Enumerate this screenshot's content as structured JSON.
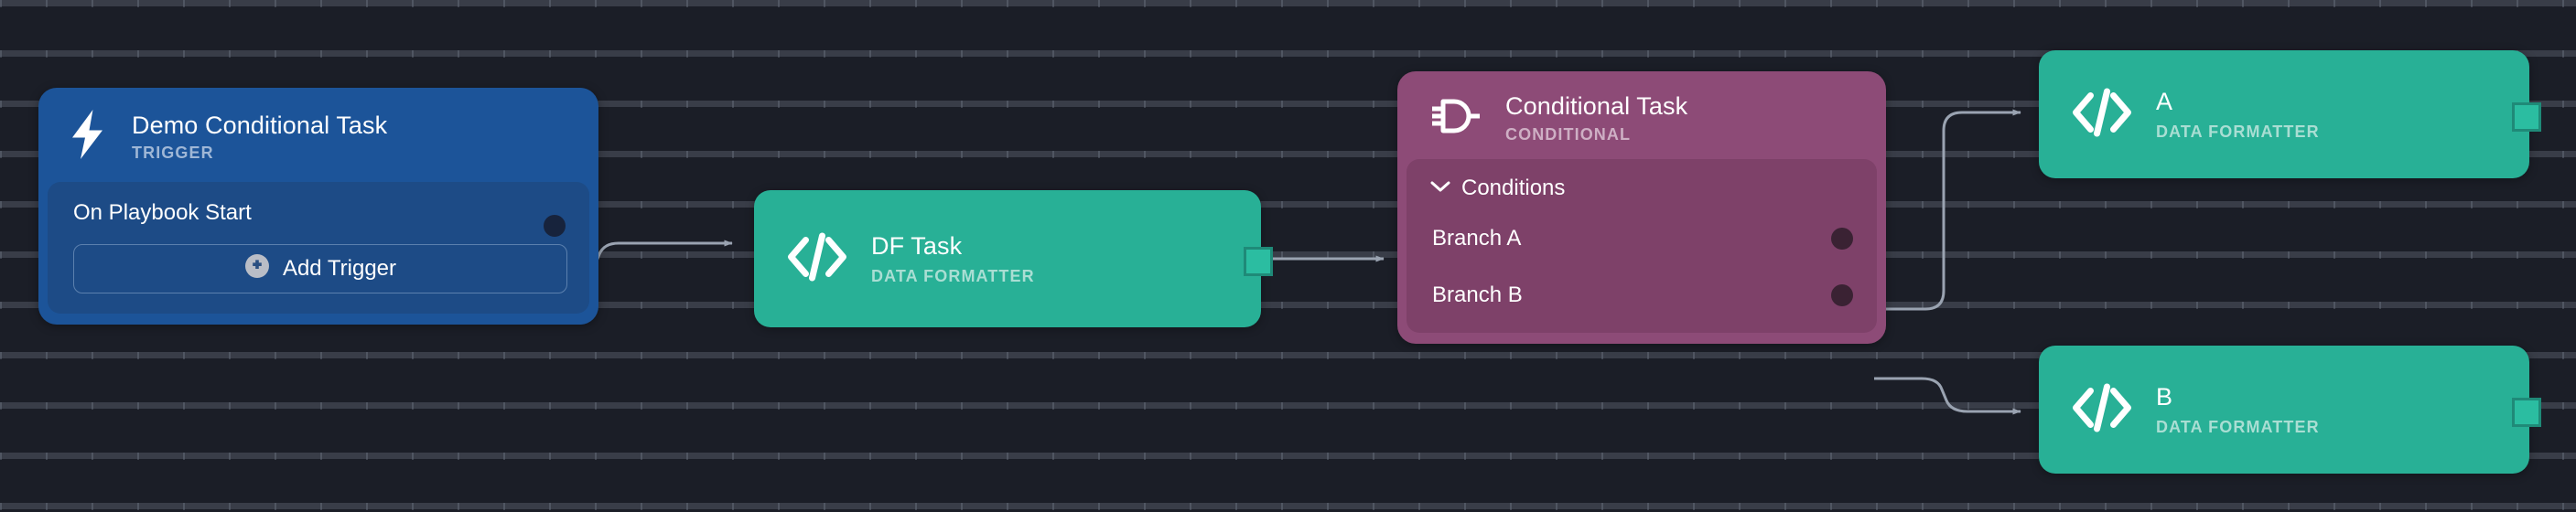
{
  "canvas": {
    "background_color": "#1b1e27",
    "grid_color": "#808696"
  },
  "nodes": [
    {
      "id": "trigger",
      "title": "Demo Conditional Task",
      "subtitle": "TRIGGER",
      "icon": "lightning-bolt-icon",
      "color": "#1c5499",
      "body_label": "On Playbook Start",
      "button_label": "Add Trigger",
      "button_icon": "plus-circle-icon"
    },
    {
      "id": "df-task",
      "title": "DF Task",
      "subtitle": "DATA FORMATTER",
      "icon": "code-brackets-icon",
      "color": "#28b096"
    },
    {
      "id": "conditional",
      "title": "Conditional Task",
      "subtitle": "CONDITIONAL",
      "icon": "logic-gate-icon",
      "color": "#8d4b77",
      "conditions_label": "Conditions",
      "conditions_expanded": true,
      "branches": [
        {
          "label": "Branch A"
        },
        {
          "label": "Branch B"
        }
      ]
    },
    {
      "id": "branch-a-task",
      "title": "A",
      "subtitle": "DATA FORMATTER",
      "icon": "code-brackets-icon",
      "color": "#28b096"
    },
    {
      "id": "branch-b-task",
      "title": "B",
      "subtitle": "DATA FORMATTER",
      "icon": "code-brackets-icon",
      "color": "#28b096"
    }
  ],
  "edges": [
    {
      "from": "trigger",
      "to": "df-task"
    },
    {
      "from": "df-task",
      "to": "conditional"
    },
    {
      "from": "conditional-branch-a",
      "to": "branch-a-task"
    },
    {
      "from": "conditional-branch-b",
      "to": "branch-b-task"
    }
  ],
  "edge_color": "#9aa3b1"
}
